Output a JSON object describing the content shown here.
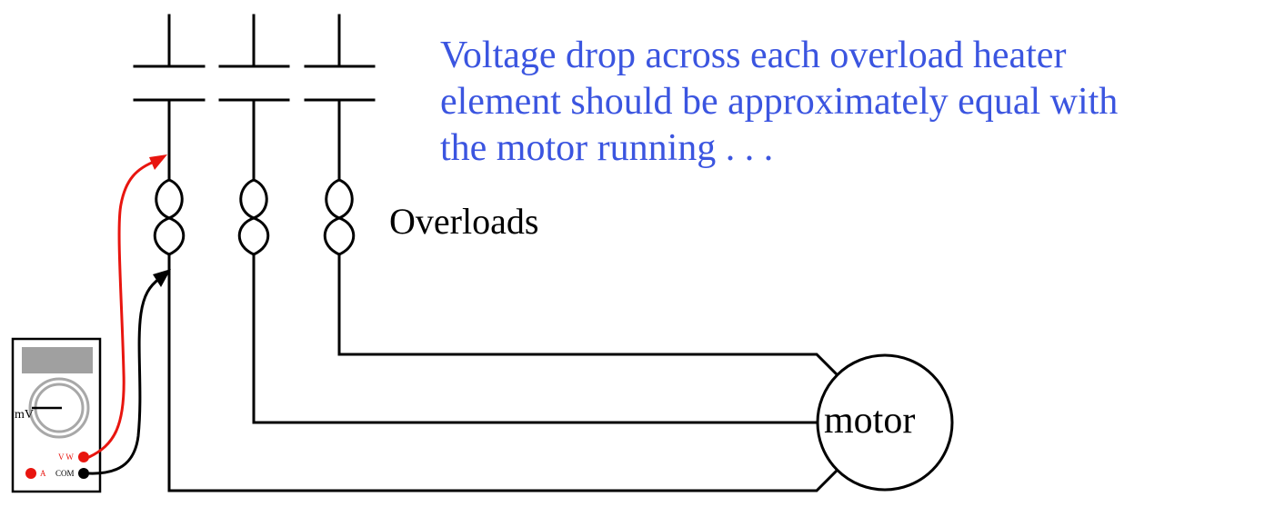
{
  "caption": {
    "lines": [
      "Voltage drop across each overload heater",
      "element should be approximately equal with",
      "the motor running . . ."
    ],
    "color": "#3b55e0"
  },
  "labels": {
    "overloads": "Overloads",
    "motor": "motor"
  },
  "meter": {
    "unit": "mV",
    "jacks": {
      "vw": "V W",
      "com": "COM",
      "a": "A"
    },
    "display_color": "#a0a0a0",
    "dial_color": "#a8a8a8",
    "jack_red": "#e8150f",
    "jack_black": "#000000"
  },
  "leads": {
    "red": "#e8150f",
    "black": "#000000"
  }
}
